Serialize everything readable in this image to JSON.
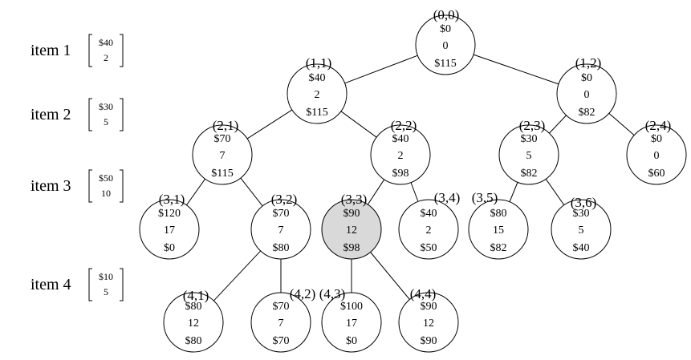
{
  "items": [
    {
      "label": "item 1",
      "value": "$40",
      "weight": "2"
    },
    {
      "label": "item 2",
      "value": "$30",
      "weight": "5"
    },
    {
      "label": "item 3",
      "value": "$50",
      "weight": "10"
    },
    {
      "label": "item 4",
      "value": "$10",
      "weight": "5"
    }
  ],
  "nodes": [
    {
      "id": "n00",
      "label": "(0,0)",
      "profit": "$0",
      "weight": "0",
      "bound": "$115",
      "highlight": false
    },
    {
      "id": "n11",
      "label": "(1,1)",
      "profit": "$40",
      "weight": "2",
      "bound": "$115",
      "highlight": false
    },
    {
      "id": "n12",
      "label": "(1,2)",
      "profit": "$0",
      "weight": "0",
      "bound": "$82",
      "highlight": false
    },
    {
      "id": "n21",
      "label": "(2,1)",
      "profit": "$70",
      "weight": "7",
      "bound": "$115",
      "highlight": false
    },
    {
      "id": "n22",
      "label": "(2,2)",
      "profit": "$40",
      "weight": "2",
      "bound": "$98",
      "highlight": false
    },
    {
      "id": "n23",
      "label": "(2,3)",
      "profit": "$30",
      "weight": "5",
      "bound": "$82",
      "highlight": false
    },
    {
      "id": "n24",
      "label": "(2,4)",
      "profit": "$0",
      "weight": "0",
      "bound": "$60",
      "highlight": false
    },
    {
      "id": "n31",
      "label": "(3,1)",
      "profit": "$120",
      "weight": "17",
      "bound": "$0",
      "highlight": false
    },
    {
      "id": "n32",
      "label": "(3,2)",
      "profit": "$70",
      "weight": "7",
      "bound": "$80",
      "highlight": false
    },
    {
      "id": "n33",
      "label": "(3,3)",
      "profit": "$90",
      "weight": "12",
      "bound": "$98",
      "highlight": true
    },
    {
      "id": "n34",
      "label": "(3,4)",
      "profit": "$40",
      "weight": "2",
      "bound": "$50",
      "highlight": false
    },
    {
      "id": "n35",
      "label": "(3,5)",
      "profit": "$80",
      "weight": "15",
      "bound": "$82",
      "highlight": false
    },
    {
      "id": "n36",
      "label": "(3,6)",
      "profit": "$30",
      "weight": "5",
      "bound": "$40",
      "highlight": false
    },
    {
      "id": "n41",
      "label": "(4,1)",
      "profit": "$80",
      "weight": "12",
      "bound": "$80",
      "highlight": false
    },
    {
      "id": "n42",
      "label": "(4,2)",
      "profit": "$70",
      "weight": "7",
      "bound": "$70",
      "highlight": false
    },
    {
      "id": "n43",
      "label": "(4,3)",
      "profit": "$100",
      "weight": "17",
      "bound": "$0",
      "highlight": false
    },
    {
      "id": "n44",
      "label": "(4,4)",
      "profit": "$90",
      "weight": "12",
      "bound": "$90",
      "highlight": false
    }
  ],
  "edges": [
    [
      "n00",
      "n11"
    ],
    [
      "n00",
      "n12"
    ],
    [
      "n11",
      "n21"
    ],
    [
      "n11",
      "n22"
    ],
    [
      "n12",
      "n23"
    ],
    [
      "n12",
      "n24"
    ],
    [
      "n21",
      "n31"
    ],
    [
      "n21",
      "n32"
    ],
    [
      "n22",
      "n33"
    ],
    [
      "n22",
      "n34"
    ],
    [
      "n23",
      "n35"
    ],
    [
      "n23",
      "n36"
    ],
    [
      "n32",
      "n41"
    ],
    [
      "n32",
      "n42"
    ],
    [
      "n33",
      "n43"
    ],
    [
      "n33",
      "n44"
    ]
  ],
  "colors": {
    "highlight_fill": "#d9d9d9",
    "node_fill": "#ffffff",
    "stroke": "#000000"
  }
}
